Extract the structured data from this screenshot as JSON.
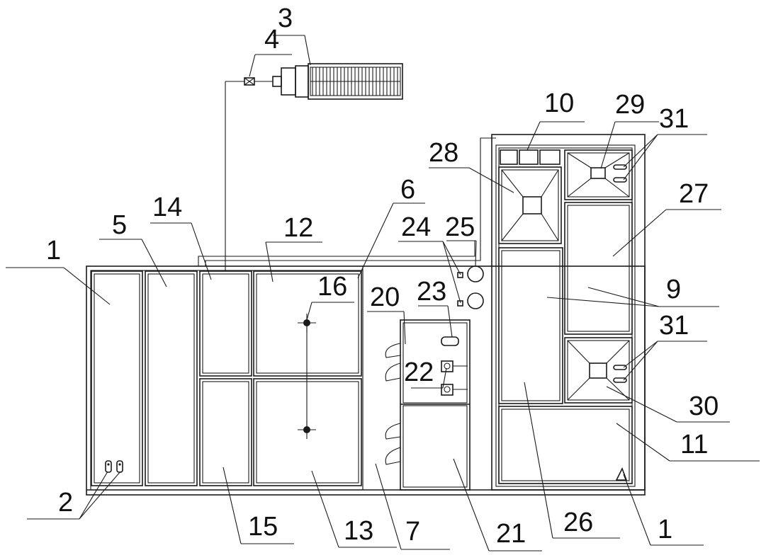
{
  "diagram": {
    "labels": {
      "l1_left": "1",
      "l1_right": "1",
      "l2": "2",
      "l3": "3",
      "l4": "4",
      "l5": "5",
      "l6": "6",
      "l7": "7",
      "l9": "9",
      "l10": "10",
      "l11": "11",
      "l12": "12",
      "l13": "13",
      "l14": "14",
      "l15": "15",
      "l16": "16",
      "l20": "20",
      "l21": "21",
      "l22": "22",
      "l23": "23",
      "l24": "24",
      "l25": "25",
      "l26": "26",
      "l27": "27",
      "l28": "28",
      "l29": "29",
      "l30": "30",
      "l31_top": "31",
      "l31_mid": "31"
    }
  }
}
